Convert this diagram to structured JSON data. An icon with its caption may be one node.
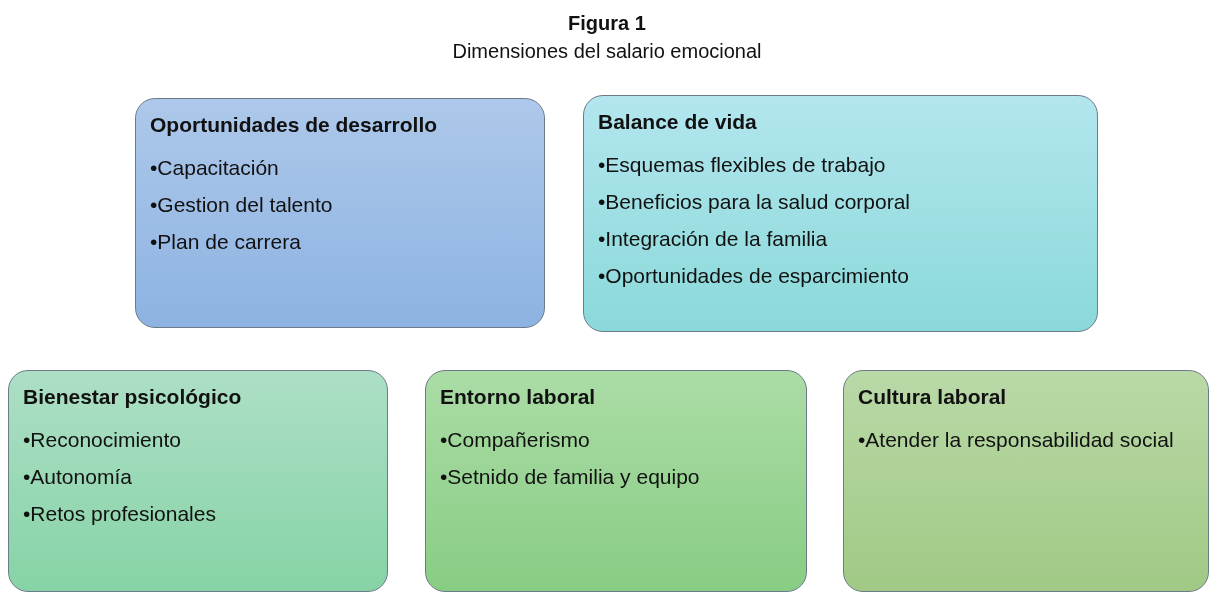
{
  "diagram": {
    "title": "Figura 1",
    "labels": [
      "Dimensiones del salario emocional"
    ],
    "nodes": [
      {
        "text": [
          "Oportunidades de desarrollo",
          "•Capacitación",
          "•Gestion del talento",
          "•Plan de carrera"
        ]
      },
      {
        "text": [
          "Balance de vida",
          "•Esquemas flexibles de trabajo",
          "•Beneficios para la salud corporal",
          "•Integración de la familia",
          "•Oportunidades de esparcimiento"
        ]
      },
      {
        "text": [
          "Bienestar psicológico",
          "•Reconocimiento",
          "•Autonomía",
          "•Retos profesionales"
        ]
      },
      {
        "text": [
          "Entorno laboral",
          "•Compañerismo",
          "•Setnido de familia y equipo"
        ]
      },
      {
        "text": [
          "Cultura laboral",
          "•Atender la responsabilidad social"
        ]
      }
    ],
    "edges": []
  }
}
